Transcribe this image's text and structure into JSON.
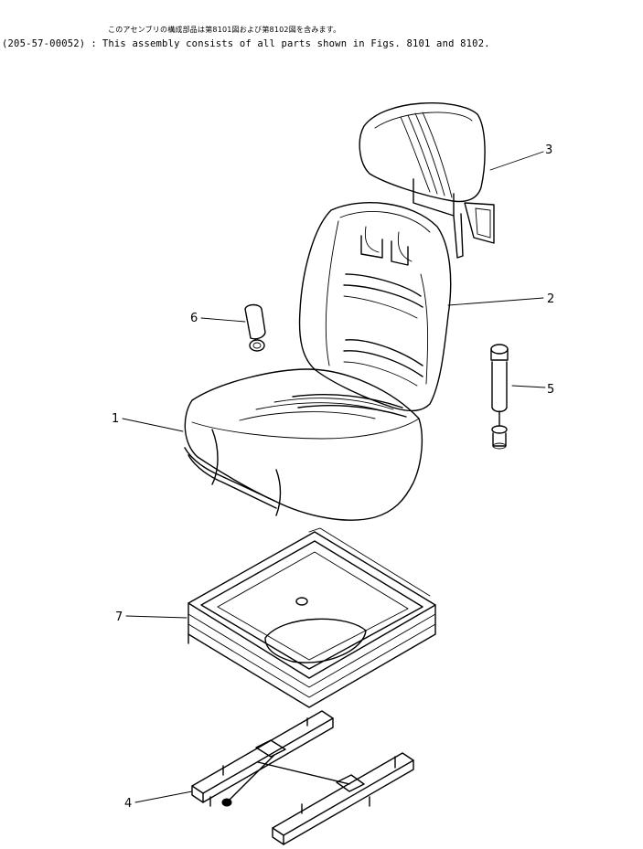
{
  "header": {
    "note_jp": "このアセンブリの構成部品は第8101図および第8102図を含みます。",
    "part_number": "(205-57-00052)",
    "separator": ":",
    "note_en": "This assembly consists of all parts shown in Figs. 8101 and 8102."
  },
  "callouts": [
    {
      "id": "1",
      "label": "1"
    },
    {
      "id": "2",
      "label": "2"
    },
    {
      "id": "3",
      "label": "3"
    },
    {
      "id": "4",
      "label": "4"
    },
    {
      "id": "5",
      "label": "5"
    },
    {
      "id": "6",
      "label": "6"
    },
    {
      "id": "7",
      "label": "7"
    }
  ],
  "colors": {
    "line": "#000000",
    "background": "#ffffff"
  }
}
